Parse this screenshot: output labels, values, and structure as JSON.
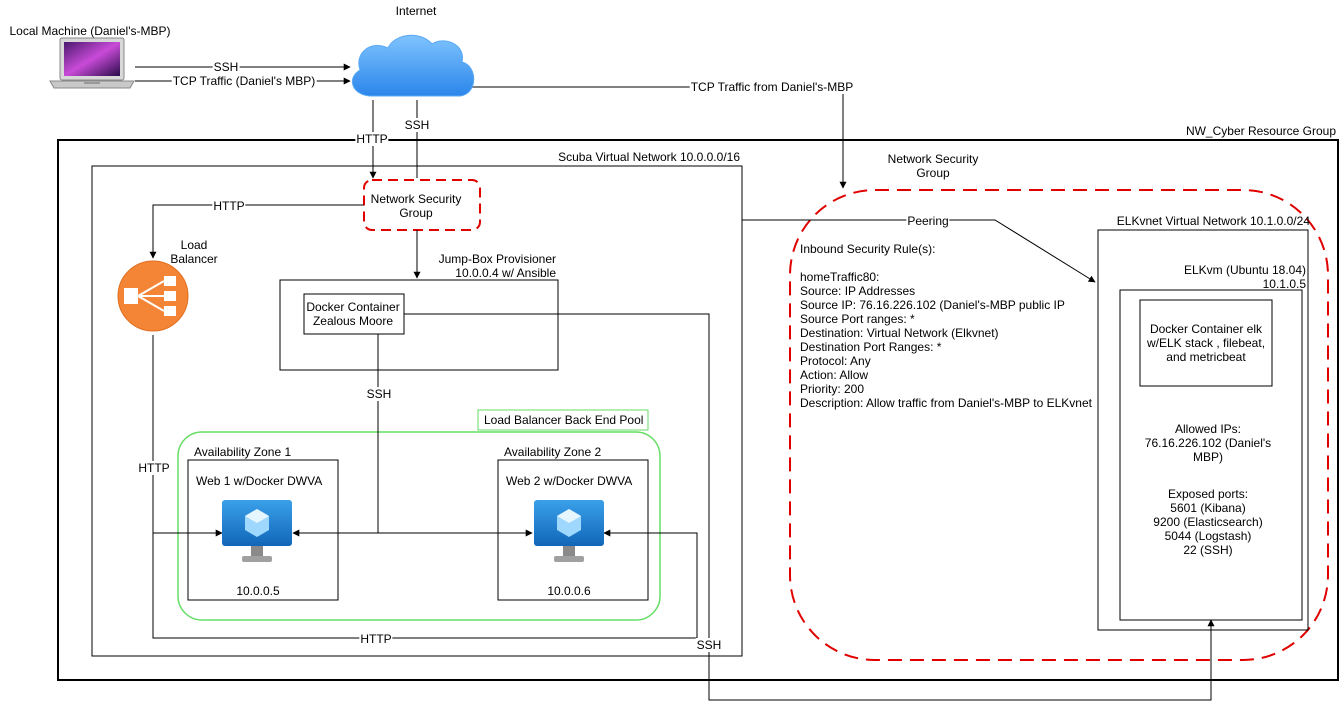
{
  "titles": {
    "internet": "Internet",
    "local_machine": "Local Machine (Daniel's-MBP)",
    "resource_group": "NW_Cyber Resource Group",
    "scuba_vnet": "Scuba Virtual Network 10.0.0.0/16",
    "elk_vnet": "ELKvnet Virtual Network 10.1.0.0/24",
    "nsg_box": "Network Security\nGroup",
    "nsg_right": "Network Security\nGroup",
    "load_balancer": "Load\nBalancer",
    "jumpbox": "Jump-Box Provisioner\n10.0.0.4 w/ Ansible",
    "docker_container": "Docker Container\nZealous Moore",
    "lb_pool": "Load Balancer Back End Pool",
    "az1": "Availability Zone 1",
    "az2": "Availability Zone 2",
    "web1": "Web 1 w/Docker DWVA",
    "web2": "Web 2 w/Docker DWVA",
    "web1_ip": "10.0.0.5",
    "web2_ip": "10.0.0.6",
    "elkvm": "ELKvm (Ubuntu 18.04)\n10.1.0.5",
    "elk_container": "Docker Container elk\nw/ELK stack , filebeat,\nand metricbeat",
    "allowed_ips": "Allowed IPs:\n76.16.226.102 (Daniel's MBP)",
    "exposed_ports": "Exposed ports:\n5601 (Kibana)\n9200 (Elasticsearch)\n5044 (Logstash)\n22 (SSH)"
  },
  "security_rules": [
    "Inbound Security Rule(s):",
    "",
    "homeTraffic80:",
    "Source: IP Addresses",
    "Source IP: 76.16.226.102 (Daniel's-MBP public IP",
    "Source Port ranges: *",
    "Destination: Virtual Network (Elkvnet)",
    "Destination Port Ranges: *",
    "Protocol: Any",
    "Action: Allow",
    "Priority: 200",
    "Description: Allow traffic from Daniel's-MBP to ELKvnet"
  ],
  "edge_labels": {
    "ssh_top": "SSH",
    "tcp_traffic": "TCP Traffic (Daniel's MBP)",
    "tcp_from_mbp": "TCP Traffic from Daniel's-MBP",
    "http_down": "HTTP",
    "ssh_down": "SSH",
    "http_to_lb": "HTTP",
    "peering": "Peering",
    "ssh_jump": "SSH",
    "http_left": "HTTP",
    "http_bottom": "HTTP",
    "ssh_bottom": "SSH"
  },
  "colors": {
    "nsg_red": "#e00000",
    "pool_green": "#66dd66",
    "lb_orange": "#f58536",
    "vm_blue": "#1e88d6",
    "cloud_blue": "#3f9cf3"
  },
  "icons": [
    "laptop-icon",
    "cloud-icon",
    "load-balancer-icon",
    "virtual-machine-icon"
  ]
}
